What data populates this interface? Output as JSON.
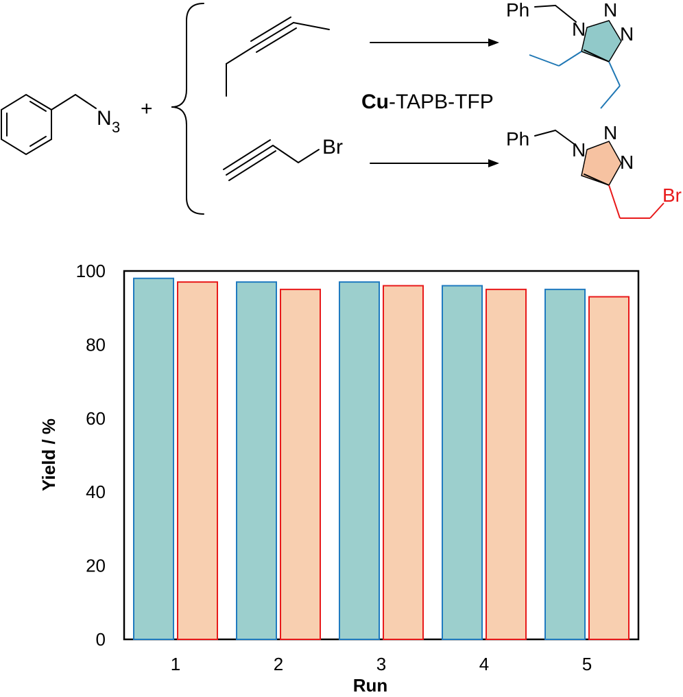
{
  "scheme": {
    "reactant_left": {
      "formula_main": "N",
      "formula_sub": "3"
    },
    "plus": "+",
    "catalyst": {
      "bold": "Cu",
      "rest": "-TAPB-TFP"
    },
    "alkyne_bottom_substituent": "Br",
    "product_top": {
      "ph": "Ph",
      "n1": "N",
      "n2": "N",
      "n3": "N",
      "ring_color": "#91c9c9",
      "chain_color": "#1f77b4"
    },
    "product_bottom": {
      "ph": "Ph",
      "n1": "N",
      "n2": "N",
      "n3": "N",
      "br": "Br",
      "ring_color": "#f6c2a1",
      "chain_color": "#e8191a"
    }
  },
  "chart_data": {
    "type": "bar",
    "title": "",
    "xlabel": "Run",
    "ylabel": "Yield / %",
    "categories": [
      "1",
      "2",
      "3",
      "4",
      "5"
    ],
    "ylim": [
      0,
      100
    ],
    "yticks": [
      0,
      20,
      40,
      60,
      80,
      100
    ],
    "grid": false,
    "series": [
      {
        "values": [
          98,
          97,
          97,
          96,
          95
        ],
        "fill": "#9ccfcd",
        "stroke": "#1f7ac0"
      },
      {
        "values": [
          97,
          95,
          96,
          95,
          93
        ],
        "fill": "#f8cfb0",
        "stroke": "#e8191a"
      }
    ]
  }
}
